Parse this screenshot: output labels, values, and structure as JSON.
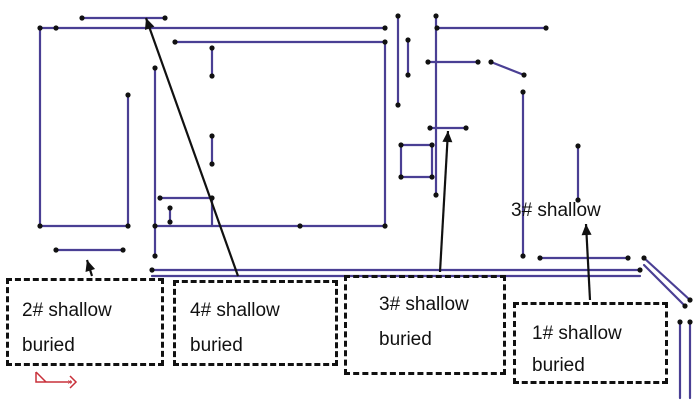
{
  "colors": {
    "wall_line": "#4a3f94",
    "vertex_dot": "#111111",
    "arrow": "#111111",
    "label_box": "#111111",
    "axis_marker": "#c8303a"
  },
  "labels": {
    "zone_1": {
      "line1": "1# shallow",
      "line2": "buried"
    },
    "zone_2": {
      "line1": "2# shallow",
      "line2": "buried"
    },
    "zone_3": {
      "line1": "3# shallow",
      "line2": "buried"
    },
    "zone_4": {
      "line1": "4# shallow",
      "line2": "buried"
    },
    "zone_3_plain": "3# shallow"
  },
  "icons": {
    "axis_marker": "coordinate-axis-icon"
  }
}
